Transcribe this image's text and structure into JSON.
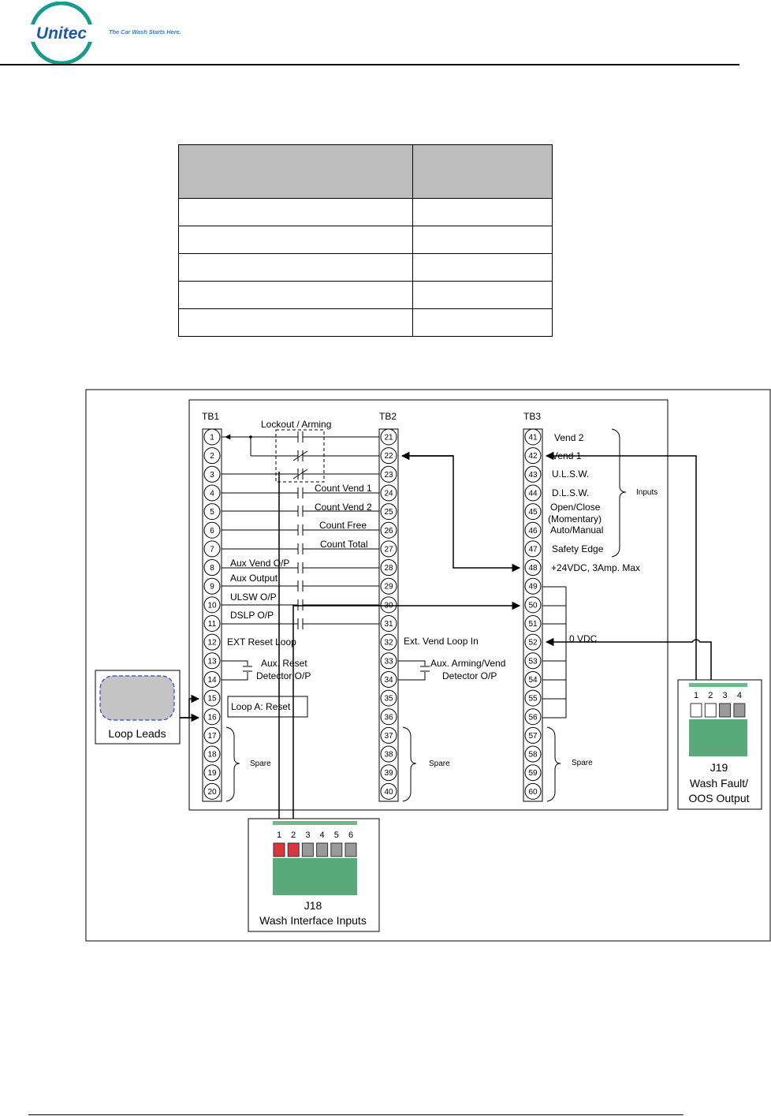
{
  "header": {
    "logo_text": "Unitec",
    "tagline": "The Car Wash Starts Here."
  },
  "spec_table": {
    "rows": [
      [
        "",
        ""
      ],
      [
        "",
        ""
      ],
      [
        "",
        ""
      ],
      [
        "",
        ""
      ],
      [
        "",
        ""
      ],
      [
        "",
        ""
      ]
    ]
  },
  "diagram": {
    "tb1": {
      "label": "TB1",
      "terminals": [
        "1",
        "2",
        "3",
        "4",
        "5",
        "6",
        "7",
        "8",
        "9",
        "10",
        "11",
        "12",
        "13",
        "14",
        "15",
        "16",
        "17",
        "18",
        "19",
        "20"
      ]
    },
    "tb2": {
      "label": "TB2",
      "terminals": [
        "21",
        "22",
        "23",
        "24",
        "25",
        "26",
        "27",
        "28",
        "29",
        "30",
        "31",
        "32",
        "33",
        "34",
        "35",
        "36",
        "37",
        "38",
        "39",
        "40"
      ]
    },
    "tb3": {
      "label": "TB3",
      "terminals": [
        "41",
        "42",
        "43",
        "44",
        "45",
        "46",
        "47",
        "48",
        "49",
        "50",
        "51",
        "52",
        "53",
        "54",
        "55",
        "56",
        "57",
        "58",
        "59",
        "60"
      ]
    },
    "labels": {
      "lockout": "Lockout / Arming",
      "count_vend1": "Count Vend 1",
      "count_vend2": "Count Vend 2",
      "count_free": "Count Free",
      "count_total": "Count Total",
      "aux_vend": "Aux Vend O/P",
      "aux_output": "Aux Output",
      "ulsw": "ULSW O/P",
      "dslp": "DSLP O/P",
      "ext_reset": "EXT Reset Loop",
      "aux_reset_1": "Aux. Reset",
      "aux_reset_2": "Detector O/P",
      "loop_a": "Loop A: Reset",
      "ext_vend": "Ext. Vend Loop In",
      "aux_arming_1": "Aux. Arming/Vend",
      "aux_arming_2": "Detector O/P",
      "spare": "Spare",
      "vend2": "Vend 2",
      "vend1": "Vend 1",
      "ulsw_in": "U.L.S.W.",
      "dlsw_in": "D.L.S.W.",
      "open_close_1": "Open/Close",
      "open_close_2": "(Momentary)",
      "auto_manual": "Auto/Manual",
      "safety_edge": "Safety Edge",
      "inputs": "Inputs",
      "plus24": "+24VDC, 3Amp. Max",
      "zero_vdc": "0 VDC",
      "loop_leads": "Loop Leads"
    },
    "j18": {
      "pins": [
        "1",
        "2",
        "3",
        "4",
        "5",
        "6"
      ],
      "title": "J18",
      "subtitle": "Wash Interface Inputs"
    },
    "j19": {
      "pins": [
        "1",
        "2",
        "3",
        "4"
      ],
      "title": "J19",
      "subtitle_1": "Wash Fault/",
      "subtitle_2": "OOS Output"
    }
  }
}
